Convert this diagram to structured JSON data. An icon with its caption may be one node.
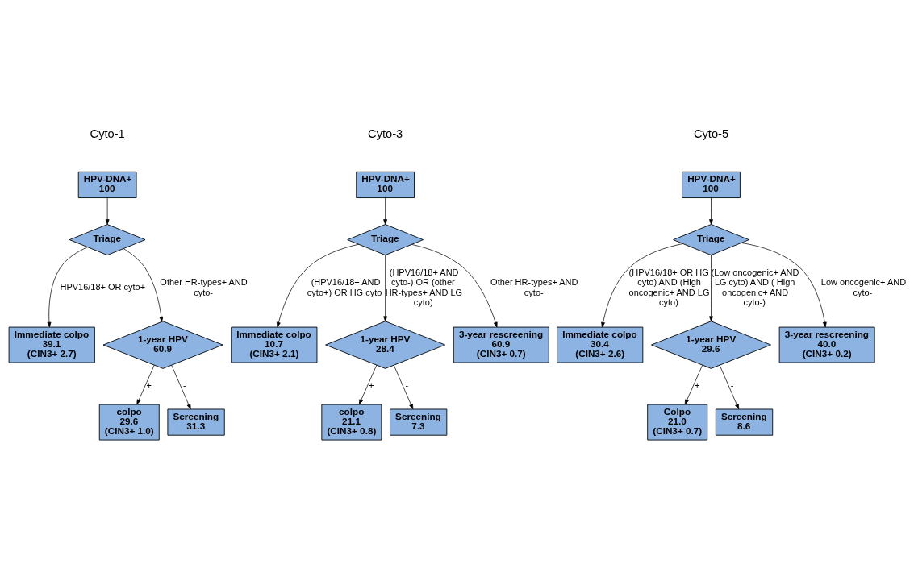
{
  "diagram": {
    "nodes": [
      {
        "text": [
          "HPV-DNA+",
          "100"
        ]
      },
      {
        "text": [
          "Triage"
        ]
      },
      {
        "text": [
          "Immediate colpo",
          "39.1",
          "(CIN3+ 2.7)"
        ]
      },
      {
        "text": [
          "1-year HPV",
          "60.9"
        ]
      },
      {
        "text": [
          "colpo",
          "29.6",
          "(CIN3+ 1.0)"
        ]
      },
      {
        "text": [
          "Screening",
          "31.3"
        ]
      },
      {
        "text": [
          "HPV-DNA+",
          "100"
        ]
      },
      {
        "text": [
          "Triage"
        ]
      },
      {
        "text": [
          "Immediate colpo",
          "10.7",
          "(CIN3+ 2.1)"
        ]
      },
      {
        "text": [
          "1-year HPV",
          "28.4"
        ]
      },
      {
        "text": [
          "colpo",
          "21.1",
          "(CIN3+ 0.8)"
        ]
      },
      {
        "text": [
          "3-year rescreening",
          "60.9",
          "(CIN3+ 0.7)"
        ]
      },
      {
        "text": [
          "Screening",
          "7.3"
        ]
      },
      {
        "text": [
          "HPV-DNA+",
          "100"
        ]
      },
      {
        "text": [
          "Triage"
        ]
      },
      {
        "text": [
          "Immediate colpo",
          "30.4",
          "(CIN3+ 2.6)"
        ]
      },
      {
        "text": [
          "1-year HPV",
          "29.6"
        ]
      },
      {
        "text": [
          "Colpo",
          "21.0",
          "(CIN3+ 0.7)"
        ]
      },
      {
        "text": [
          "3-year rescreening",
          "40.0",
          "(CIN3+ 0.2)"
        ]
      },
      {
        "text": [
          "Screening",
          "8.6"
        ]
      }
    ],
    "edges": [
      {
        "from": 0,
        "to": 1,
        "arrow": "to"
      },
      {
        "from": 1,
        "to": 2,
        "arrow": "to",
        "label": "HPV16/18+ OR cyto+"
      },
      {
        "from": 1,
        "to": 3,
        "arrow": "to",
        "label": "Other HR-types+ AND cyto-"
      },
      {
        "from": 3,
        "to": 4,
        "arrow": "to",
        "label": "+"
      },
      {
        "from": 3,
        "to": 5,
        "arrow": "to",
        "label": "-"
      },
      {
        "from": 6,
        "to": 7,
        "arrow": "to"
      },
      {
        "from": 7,
        "to": 8,
        "arrow": "to",
        "label": "(HPV16/18+ AND cyto+) OR HG cyto"
      },
      {
        "from": 7,
        "to": 9,
        "arrow": "to",
        "label": "(HPV16/18+ AND cyto-) OR (other HR-types+ AND LG cyto)"
      },
      {
        "from": 7,
        "to": 11,
        "arrow": "to",
        "label": "Other HR-types+ AND cyto-"
      },
      {
        "from": 9,
        "to": 10,
        "arrow": "to",
        "label": "+"
      },
      {
        "from": 9,
        "to": 12,
        "arrow": "to",
        "label": "-"
      },
      {
        "from": 13,
        "to": 14,
        "arrow": "to"
      },
      {
        "from": 14,
        "to": 15,
        "arrow": "to",
        "label": "(HPV16/18+ OR HG cyto) AND (High oncogenic+ AND LG cyto)"
      },
      {
        "from": 14,
        "to": 16,
        "arrow": "to",
        "label": "(Low oncogenic+ AND LG cyto) AND ( High oncogenic+ AND cyto-)"
      },
      {
        "from": 14,
        "to": 18,
        "arrow": "to",
        "label": "Low oncogenic+ AND cyto-"
      },
      {
        "from": 16,
        "to": 17,
        "arrow": "to",
        "label": "+"
      },
      {
        "from": 16,
        "to": 19,
        "arrow": "to",
        "label": "-"
      }
    ],
    "labels": [
      "Cyto-1",
      "Cyto-3",
      "Cyto-5"
    ]
  }
}
